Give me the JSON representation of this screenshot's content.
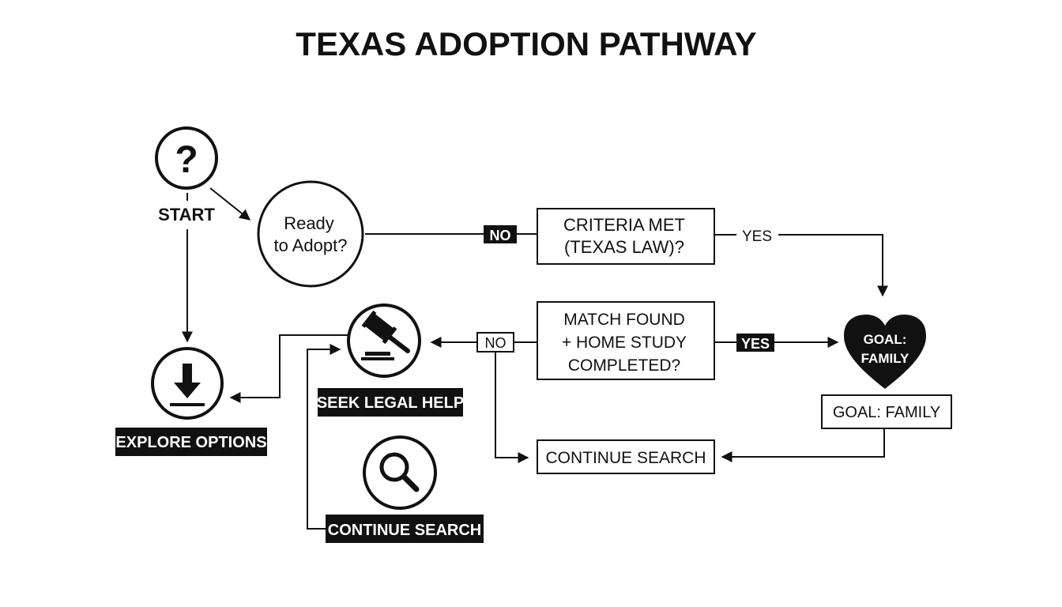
{
  "title": "TEXAS ADOPTION PATHWAY",
  "start": {
    "icon": "question-icon",
    "symbol": "?",
    "label": "START"
  },
  "ready": {
    "line1": "Ready",
    "line2": "to Adopt?"
  },
  "criteria": {
    "line1": "CRITERIA MET",
    "line2": "(TEXAS LAW)?"
  },
  "match": {
    "line1": "MATCH FOUND",
    "line2": "+ HOME STUDY",
    "line3": "COMPLETED?"
  },
  "labels": {
    "no_ready": "NO",
    "yes_criteria": "YES",
    "no_match": "NO",
    "yes_match": "YES"
  },
  "goal": {
    "icon": "heart-icon",
    "line1": "GOAL:",
    "line2": "FAMILY",
    "box_label": "GOAL: FAMILY"
  },
  "explore": {
    "icon": "download-icon",
    "label": "EXPLORE OPTIONS"
  },
  "legal": {
    "icon": "gavel-icon",
    "label": "SEEK LEGAL HELP"
  },
  "search_box": {
    "label": "CONTINUE SEARCH"
  },
  "search_icon_node": {
    "icon": "magnifier-icon",
    "label": "CONTINUE SEARCH"
  },
  "colors": {
    "ink": "#111111",
    "background": "#ffffff"
  }
}
